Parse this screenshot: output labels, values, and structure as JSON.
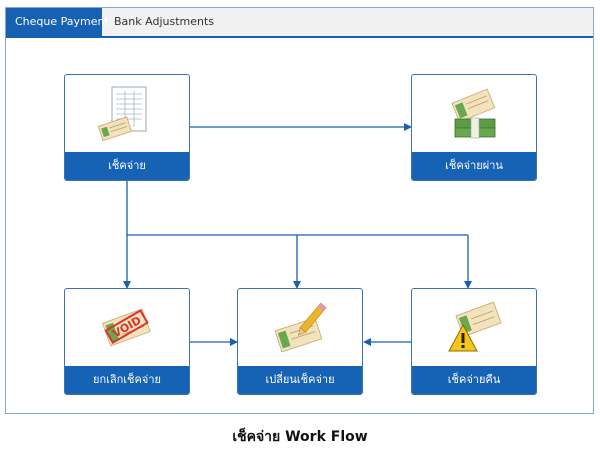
{
  "tabs": [
    {
      "label": "Cheque Payment",
      "active": true
    },
    {
      "label": "Bank Adjustments",
      "active": false
    }
  ],
  "nodes": {
    "cheque_pay": {
      "label": "เช็คจ่าย",
      "icon": "cheque-document-icon"
    },
    "cheque_paid": {
      "label": "เช็คจ่ายผ่าน",
      "icon": "cheque-cash-icon"
    },
    "cheque_cancel": {
      "label": "ยกเลิกเช็คจ่าย",
      "icon": "void-cheque-icon"
    },
    "cheque_change": {
      "label": "เปลี่ยนเช็คจ่าย",
      "icon": "cheque-pencil-icon"
    },
    "cheque_return": {
      "label": "เช็คจ่ายคืน",
      "icon": "cheque-warning-icon"
    }
  },
  "caption": "เช็คจ่าย Work Flow",
  "colors": {
    "accent": "#1662b4",
    "arrow": "#1a5fb0",
    "border": "#3d73b5"
  }
}
